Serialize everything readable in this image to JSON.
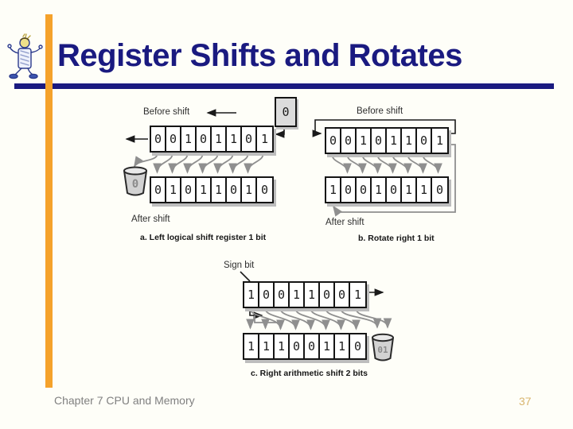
{
  "header": {
    "title": "Register Shifts and Rotates",
    "title_color": "#1a1a80",
    "accent_bar_color": "#f5a22b",
    "logo_icon": "walking-robot-clipart"
  },
  "footer": {
    "left_text": "Chapter 7 CPU and Memory",
    "page_number": "37",
    "page_number_color": "#d8b56e"
  },
  "diagrams": {
    "a": {
      "before_label": "Before shift",
      "after_label": "After shift",
      "caption": "a. Left logical shift register 1 bit",
      "before_bits": [
        "0",
        "0",
        "1",
        "0",
        "1",
        "1",
        "0",
        "1"
      ],
      "after_bits": [
        "0",
        "1",
        "0",
        "1",
        "1",
        "0",
        "1",
        "0"
      ],
      "shift_in_value": "0",
      "discarded_value": "0",
      "trash_icon": "trash-can-icon"
    },
    "b": {
      "before_label": "Before shift",
      "after_label": "After shift",
      "caption": "b. Rotate right 1 bit",
      "before_bits": [
        "0",
        "0",
        "1",
        "0",
        "1",
        "1",
        "0",
        "1"
      ],
      "after_bits": [
        "1",
        "0",
        "0",
        "1",
        "0",
        "1",
        "1",
        "0"
      ]
    },
    "c": {
      "sign_label": "Sign bit",
      "caption": "c. Right arithmetic shift 2 bits",
      "before_bits": [
        "1",
        "0",
        "0",
        "1",
        "1",
        "0",
        "0",
        "1"
      ],
      "after_bits": [
        "1",
        "1",
        "1",
        "0",
        "0",
        "1",
        "1",
        "0"
      ],
      "discarded_value": "01",
      "trash_icon": "trash-can-icon"
    }
  },
  "colors": {
    "structure_lines": "#1a1a1a",
    "data_flow_arrows": "#8f8f8f",
    "register_shadow": "#bdbdbd",
    "input_box_fill": "#dcdcdc"
  }
}
